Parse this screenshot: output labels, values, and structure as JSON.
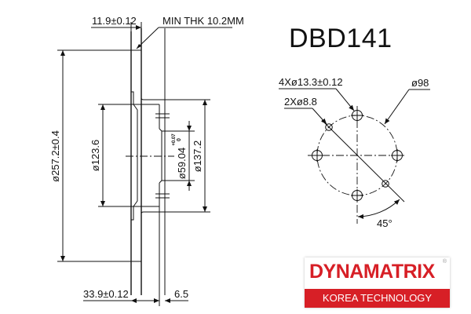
{
  "part_number": "DBD141",
  "side_view": {
    "disc_thickness": "11.9±0.12",
    "min_thickness_note": "MIN THK 10.2MM",
    "outer_diameter": "ø257.2±0.4",
    "hat_inner_diameter": "ø123.6",
    "center_bore_diameter": "ø59.04",
    "center_bore_tolerance_upper": "+0.07",
    "center_bore_tolerance_lower": "0",
    "hat_outer_diameter": "ø137.2",
    "overall_height": "33.9±0.12",
    "hub_thickness": "6.5"
  },
  "front_view": {
    "bolt_holes": "4Xø13.3±0.12",
    "aux_holes": "2Xø8.8",
    "bolt_circle": "ø98",
    "angle": "45°"
  },
  "logo": {
    "brand": "DYNAMATRIX",
    "tagline": "KOREA TECHNOLOGY",
    "registered_mark": "®",
    "brand_color": "#d71f26"
  }
}
